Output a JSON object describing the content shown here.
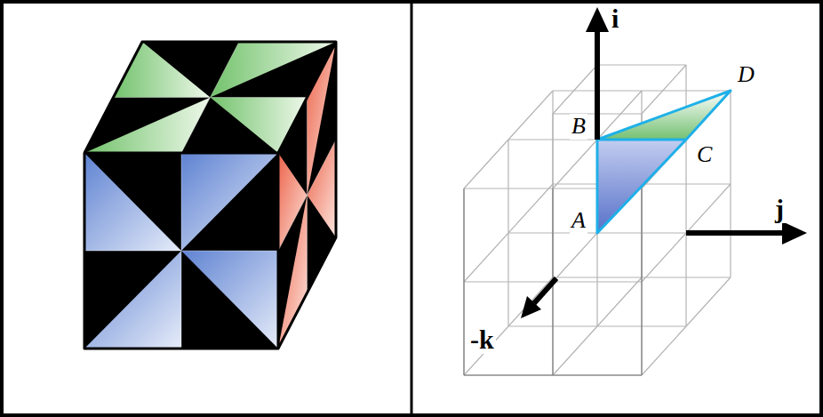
{
  "diagram": {
    "labels": [
      "i",
      "B",
      "D",
      "C",
      "j",
      "A",
      "-k"
    ]
  }
}
